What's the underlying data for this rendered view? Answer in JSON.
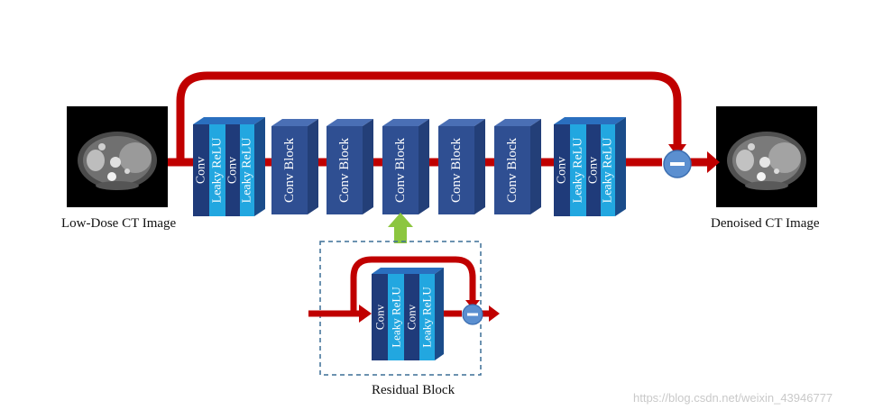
{
  "input": {
    "caption": "Low-Dose CT Image"
  },
  "output": {
    "caption": "Denoised CT Image"
  },
  "layers": {
    "conv": "Conv",
    "leaky_relu": "Leaky ReLU",
    "conv_block": "Conv Block"
  },
  "residual_block": {
    "caption": "Residual Block"
  },
  "subtract_symbol": "−",
  "watermark": "https://blog.csdn.net/weixin_43946777",
  "colors": {
    "skip_arrow": "#c00000",
    "conv_dark": "#1f3b7a",
    "relu_light": "#22a7e0",
    "conv_block": "#2f4f92",
    "subtract_node": "#5b8fd0",
    "link_arrow": "#8cc63f",
    "dashed_border": "#3c6e96"
  }
}
